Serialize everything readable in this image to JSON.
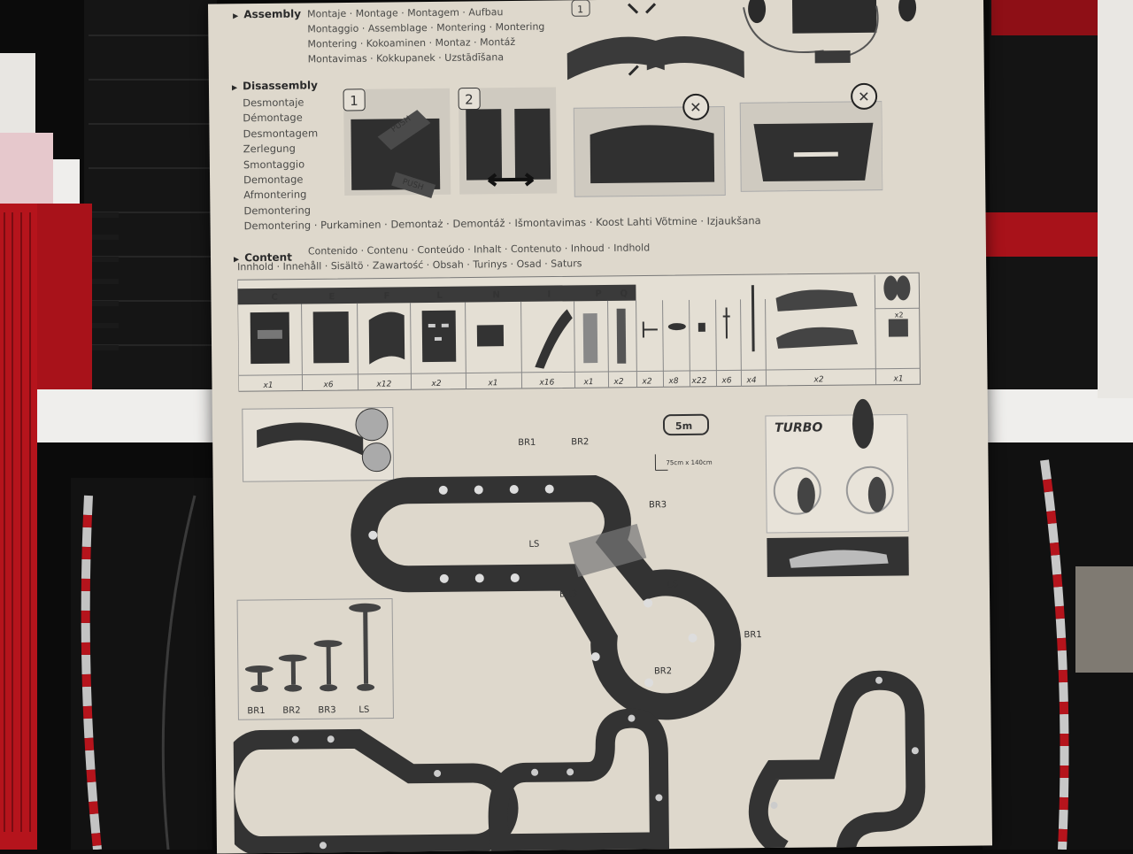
{
  "colors": {
    "sheet": "#ded8cc",
    "ink": "#2c2c2c",
    "red": "#b5141c",
    "foam": "#efeeec"
  },
  "sections": {
    "assembly": {
      "title": "Assembly",
      "langs": "Montaje · Montage · Montagem · Aufbau\nMontaggio · Assemblage · Montering · Montering\nMontering · Kokoaminen · Montaz · Montáž\nMontavimas · Kokkupanek · Uzstādīšana",
      "step_badge": "1"
    },
    "disassembly": {
      "title": "Disassembly",
      "langs": "Desmontaje\nDémontage\nDesmontagem\nZerlegung\nSmontaggio\nDemontage\nAfmontering\nDemontering\nDemontering · Purkaminen · Demontaż · Demontáž · Išmontavimas · Koost Lahti Võtmine · Izjaukšana",
      "step1": "1",
      "step2": "2",
      "push": "PUSH"
    },
    "content": {
      "title": "Content",
      "langs": "Contenido · Contenu · Conteúdo · Inhalt · Contenuto · Inhoud · Indhold\nInnhold · Innehåll · Sisältö · Zawartość · Obsah · Turinys · Osad · Saturs",
      "codes": [
        "C",
        "E",
        "F",
        "L",
        "N",
        "I",
        "P",
        "Q"
      ],
      "quantities": [
        "x1",
        "x6",
        "x12",
        "x2",
        "x1",
        "x16",
        "x1",
        "x2",
        "x2",
        "x8",
        "x22",
        "x6",
        "x4",
        "x2",
        "x1"
      ],
      "accessory_qty": "x2"
    },
    "layout": {
      "size_badge": "5m",
      "dimensions": "75cm x 140cm",
      "turbo": "TURBO",
      "labels": {
        "br1": "BR1",
        "br2": "BR2",
        "br3": "BR3",
        "ls": "LS"
      },
      "supports": [
        "BR1",
        "BR2",
        "BR3",
        "LS"
      ]
    }
  }
}
